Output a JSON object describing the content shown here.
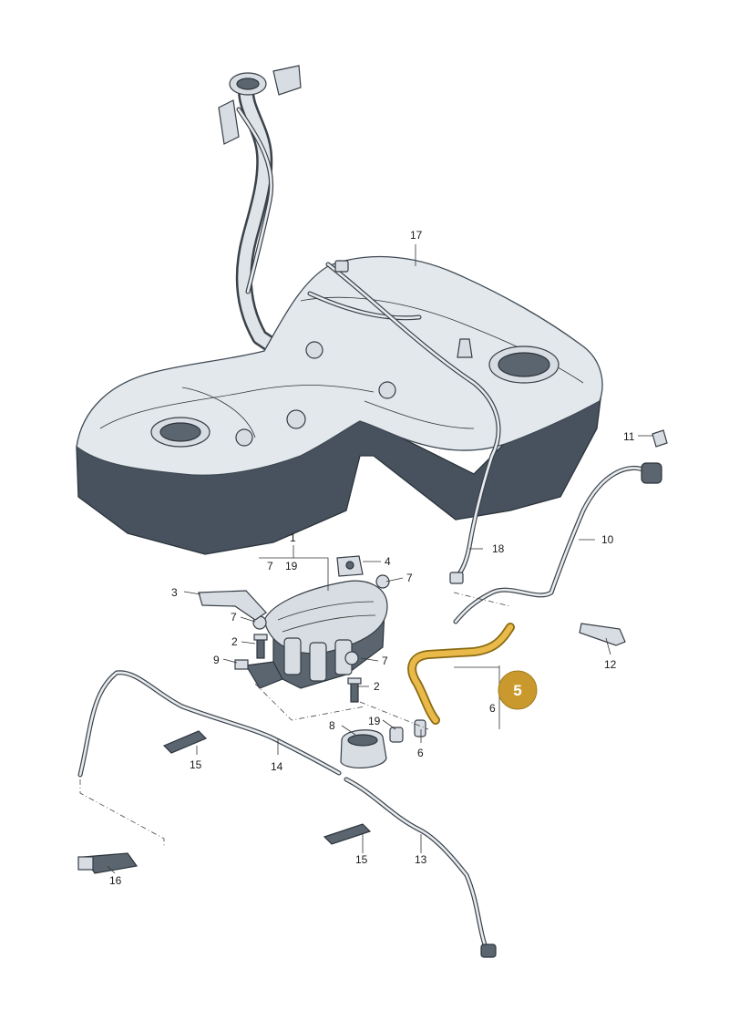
{
  "colors": {
    "highlight": "#e9b94a",
    "badge": "#c9992e",
    "line": "#333333",
    "tank_top": "#e3e8ec",
    "tank_side": "#47525e"
  },
  "highlight": {
    "badge_label": "5"
  },
  "callouts": {
    "c1": "1",
    "c2a": "2",
    "c2b": "2",
    "c3": "3",
    "c4": "4",
    "c6a": "6",
    "c6b": "6",
    "c7a": "7",
    "c7b": "7",
    "c7c": "7",
    "c7d": "7",
    "c8": "8",
    "c9": "9",
    "c10": "10",
    "c11": "11",
    "c12": "12",
    "c13": "13",
    "c14": "14",
    "c15a": "15",
    "c15b": "15",
    "c16": "16",
    "c17": "17",
    "c18": "18",
    "c19a": "19",
    "c19b": "19"
  }
}
